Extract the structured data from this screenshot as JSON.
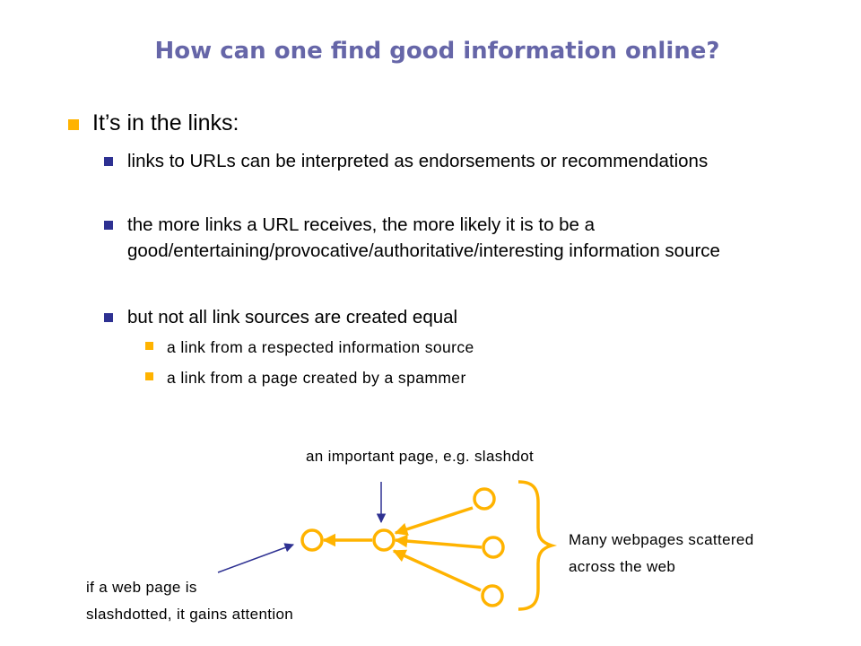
{
  "slide": {
    "title": "How can one find good information online?"
  },
  "bullets": {
    "main": "It’s in the links:",
    "points": [
      "links to URLs can be interpreted as endorsements or recommendations",
      "the more links a URL receives, the more likely it is to be a good/entertaining/provocative/authoritative/interesting information source",
      "but not all link sources are created equal"
    ],
    "sub_points": [
      "a link from a respected information source",
      "a link from a page created by a spammer"
    ]
  },
  "diagram": {
    "important_label": "an important page, e.g. slashdot",
    "scattered_label_line1": "Many webpages scattered",
    "scattered_label_line2": "across the web",
    "slashdot_label_line1": "if a web page is",
    "slashdot_label_line2": "slashdotted, it gains attention",
    "colors": {
      "node": "#ffb300",
      "arrow": "#ffb300",
      "pointer": "#2e3192"
    }
  }
}
